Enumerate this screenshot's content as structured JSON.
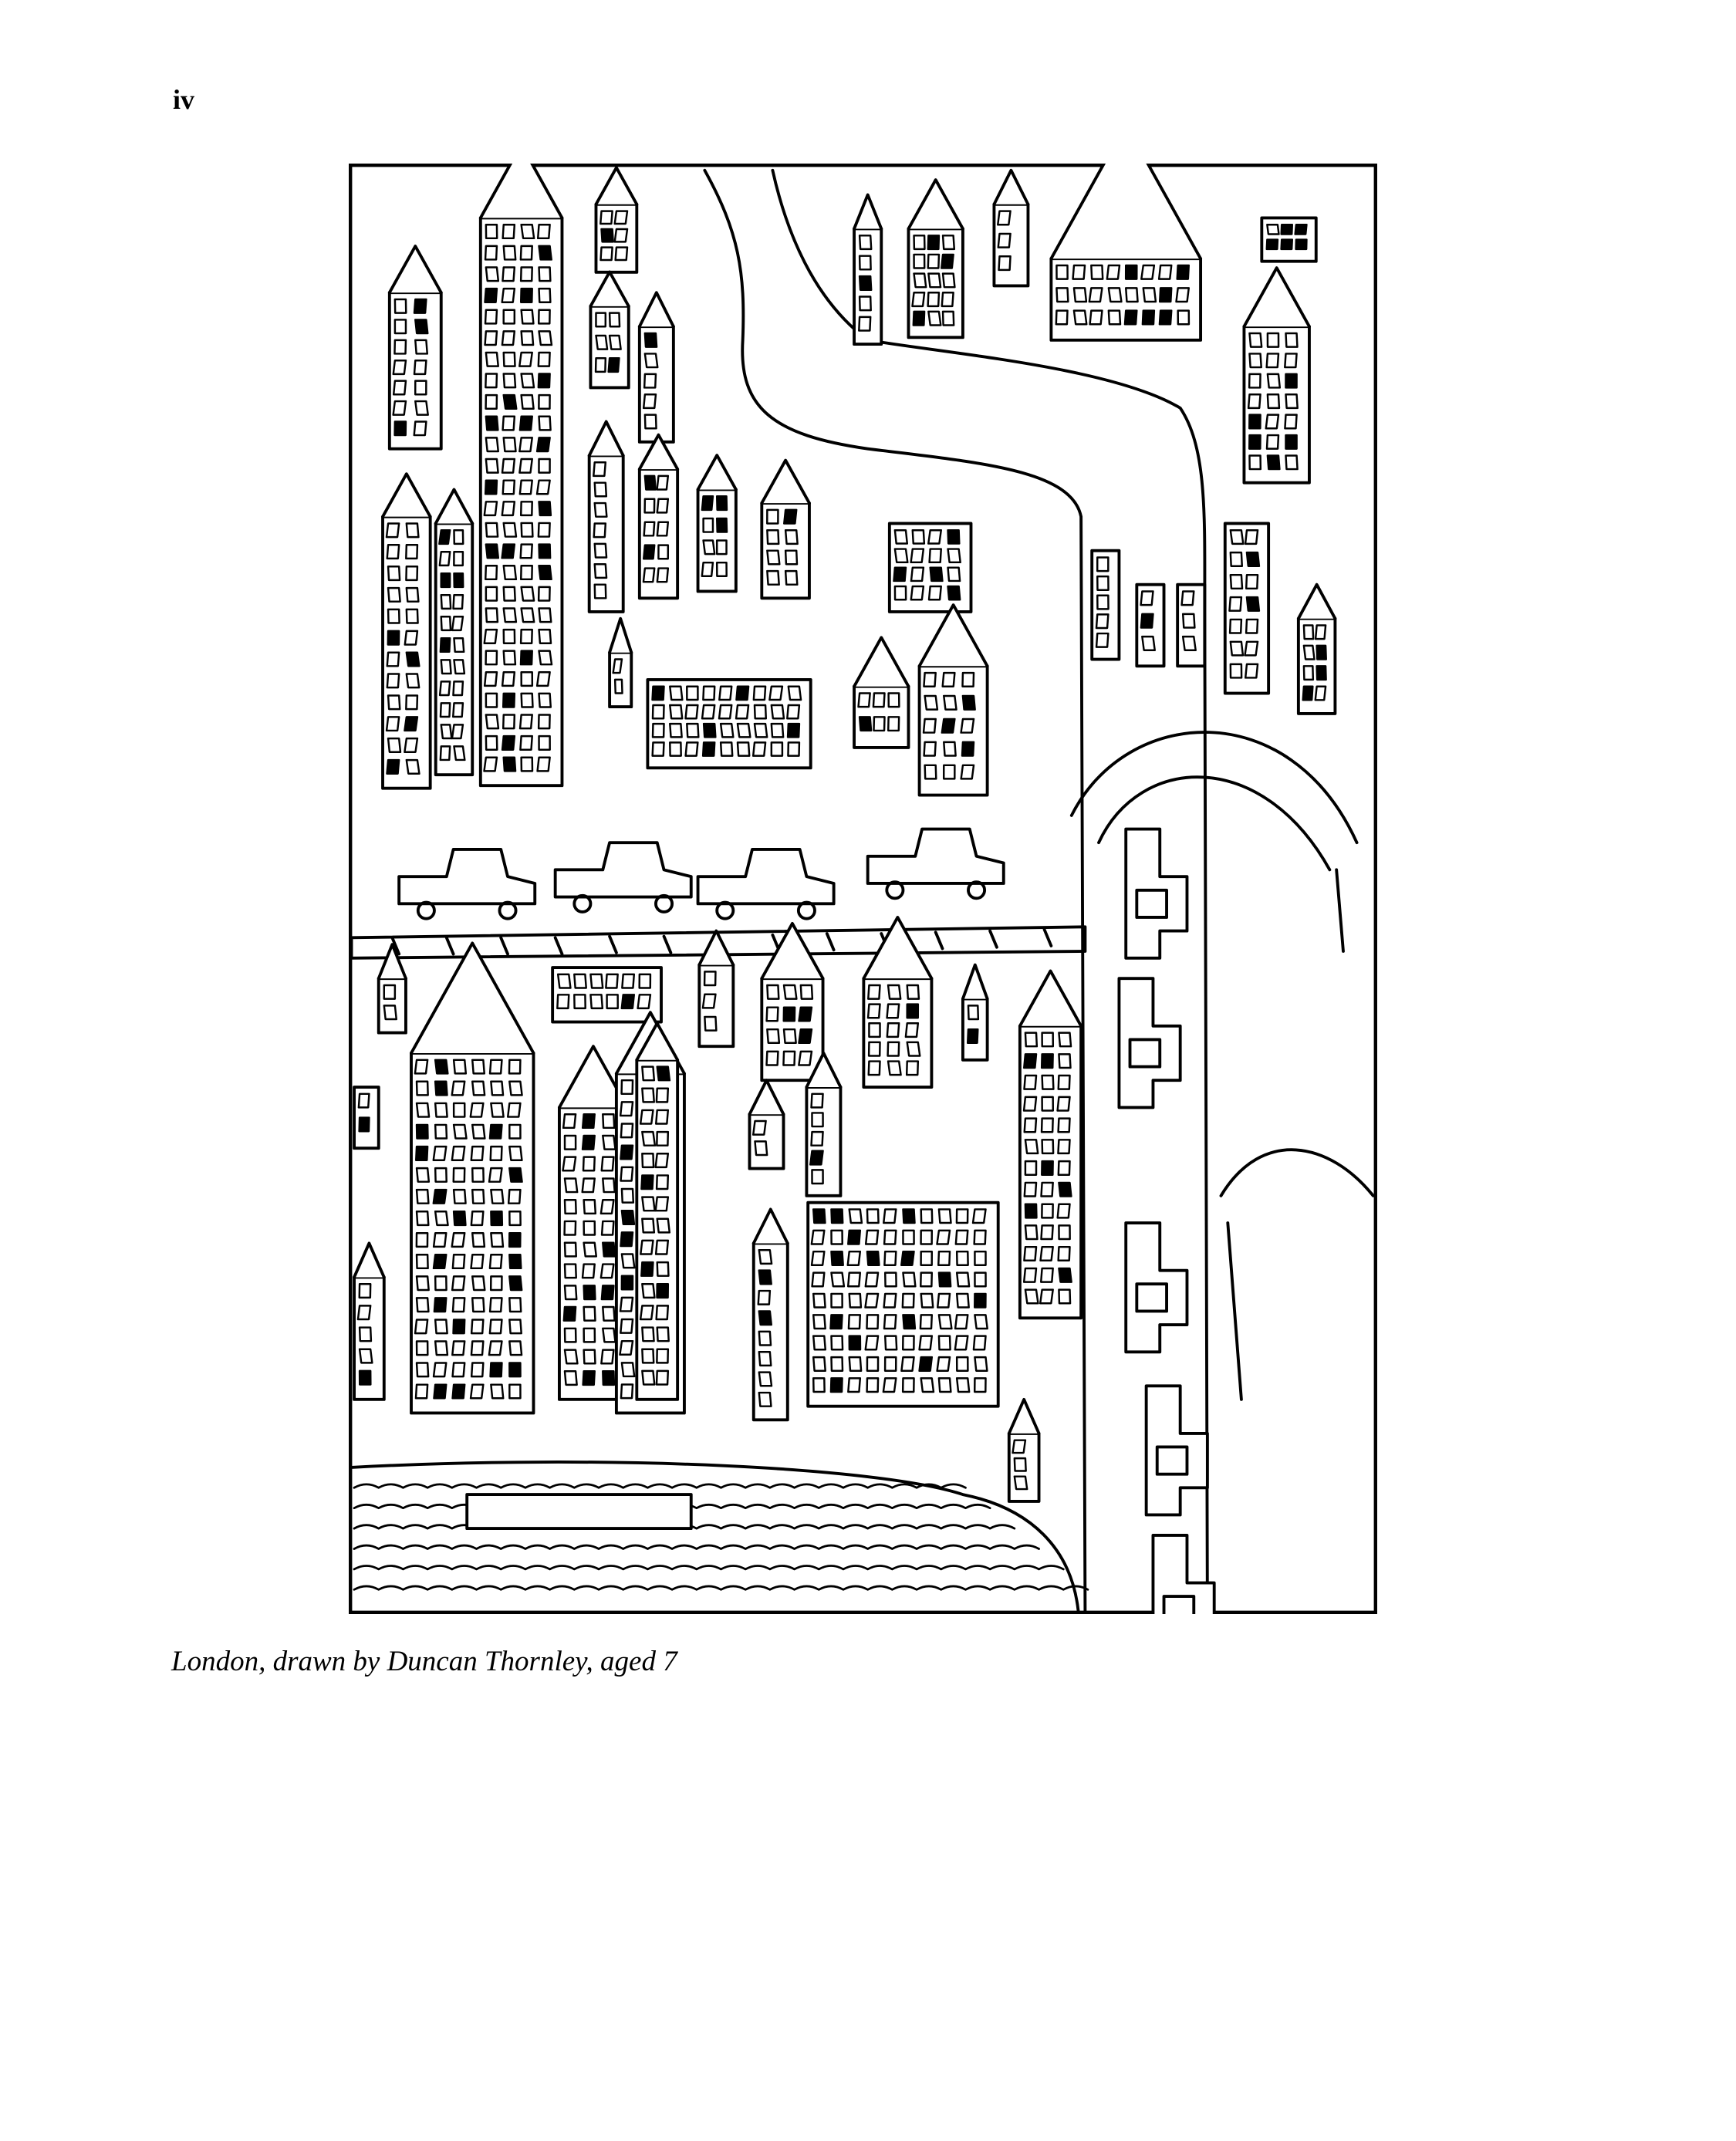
{
  "page": {
    "folio": "iv",
    "caption": "London, drawn by Duncan Thornley, aged 7"
  },
  "figure": {
    "kind": "child's line drawing of a city with road, bridge and river"
  }
}
